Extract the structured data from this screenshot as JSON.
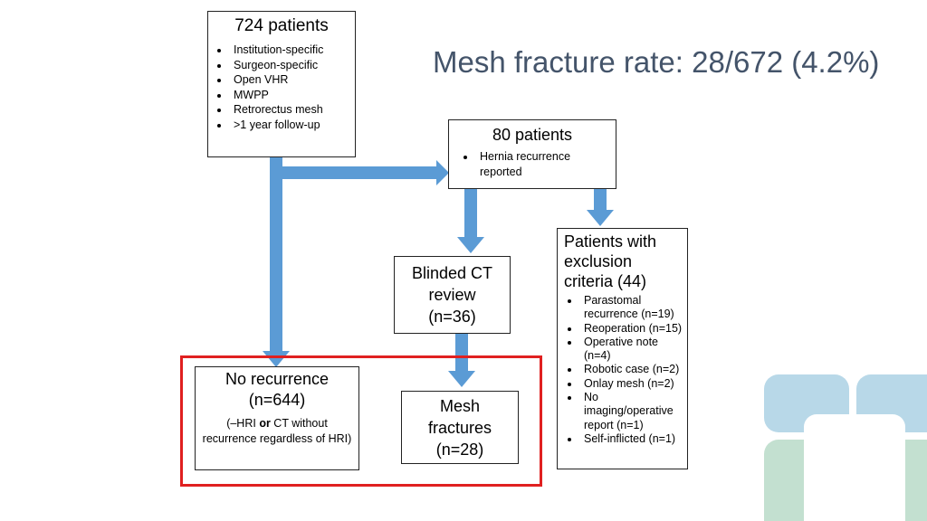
{
  "title": "Mesh fracture rate: 28/672 (4.2%)",
  "colors": {
    "arrow": "#5b9bd5",
    "highlight": "#e02020",
    "title": "#44546a",
    "deco_blue": "#b8d8e8",
    "deco_green": "#c3e0d0"
  },
  "boxes": {
    "total": {
      "head": "724 patients",
      "items": [
        "Institution-specific",
        "Surgeon-specific",
        "Open VHR",
        "MWPP",
        "Retrorectus mesh",
        ">1 year follow-up"
      ]
    },
    "recurrence": {
      "head": "80 patients",
      "items": [
        "Hernia recurrence reported"
      ]
    },
    "ct_review": {
      "head": "Blinded CT review (n=36)"
    },
    "exclusion": {
      "head": "Patients with exclusion criteria (44)",
      "items": [
        "Parastomal recurrence (n=19)",
        "Reoperation (n=15)",
        "Operative note (n=4)",
        "Robotic case (n=2)",
        "Onlay mesh (n=2)",
        "No imaging/operative report (n=1)",
        "Self-inflicted (n=1)"
      ]
    },
    "no_recurrence": {
      "head": "No recurrence (n=644)",
      "note_pre": "(–HRI ",
      "note_bold": "or",
      "note_post": " CT without recurrence regardless of HRI)"
    },
    "fractures": {
      "head": "Mesh fractures (n=28)"
    }
  }
}
